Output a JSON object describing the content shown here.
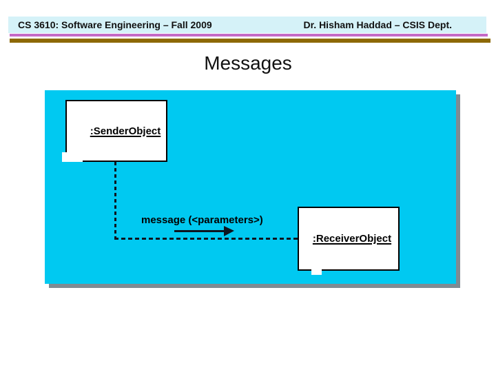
{
  "slide": {
    "header": {
      "course": "CS 3610: Software Engineering – Fall 2009",
      "instructor": "Dr. Hisham Haddad – CSIS Dept."
    },
    "title": "Messages",
    "diagram": {
      "sender_label": ":SenderObject",
      "receiver_label": ":ReceiverObject",
      "message_label": "message (<parameters>)"
    },
    "colors": {
      "header_band": "#d5f2f8",
      "header_text": "#111111",
      "purple_rule": "#c46ac6",
      "olive_rule": "#8d6905",
      "title_text": "#111111",
      "panel_bg": "#00c9f1",
      "panel_shadow": "#7e8b93",
      "line_color": "#0d1520"
    }
  }
}
